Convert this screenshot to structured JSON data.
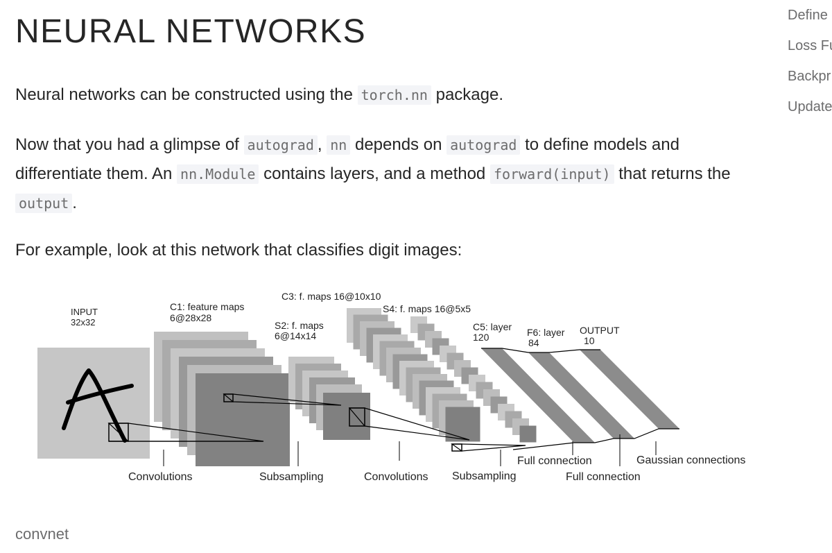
{
  "title": "NEURAL NETWORKS",
  "toc": [
    "Define",
    "Loss Fu",
    "Backpr",
    "Update"
  ],
  "paragraphs": {
    "p1": {
      "a": "Neural networks can be constructed using the ",
      "code1": "torch.nn",
      "b": " package."
    },
    "p2": {
      "a": "Now that you had a glimpse of ",
      "code1": "autograd",
      "b": ", ",
      "code2": "nn",
      "c": " depends on ",
      "code3": "autograd",
      "d": " to define models and differentiate them. An ",
      "code4": "nn.Module",
      "e": " contains layers, and a method ",
      "code5": "forward(input)",
      "f": " that returns the ",
      "code6": "output",
      "g": "."
    },
    "p3": "For example, look at this network that classifies digit images:"
  },
  "diagram": {
    "input_label": "INPUT",
    "input_size": "32x32",
    "c1_label": "C1: feature maps",
    "c1_size": "6@28x28",
    "s2_label": "S2: f. maps",
    "s2_size": "6@14x14",
    "c3_label": "C3: f. maps 16@10x10",
    "s4_label": "S4: f. maps 16@5x5",
    "c5_label": "C5: layer",
    "c5_size": "120",
    "f6_label": "F6: layer",
    "f6_size": "84",
    "output_label": "OUTPUT",
    "output_size": "10",
    "op_convolutions_1": "Convolutions",
    "op_subsampling_1": "Subsampling",
    "op_convolutions_2": "Convolutions",
    "op_subsampling_2": "Subsampling",
    "op_full_connection_1": "Full connection",
    "op_full_connection_2": "Full connection",
    "op_gaussian": "Gaussian connections"
  },
  "caption": "convnet"
}
